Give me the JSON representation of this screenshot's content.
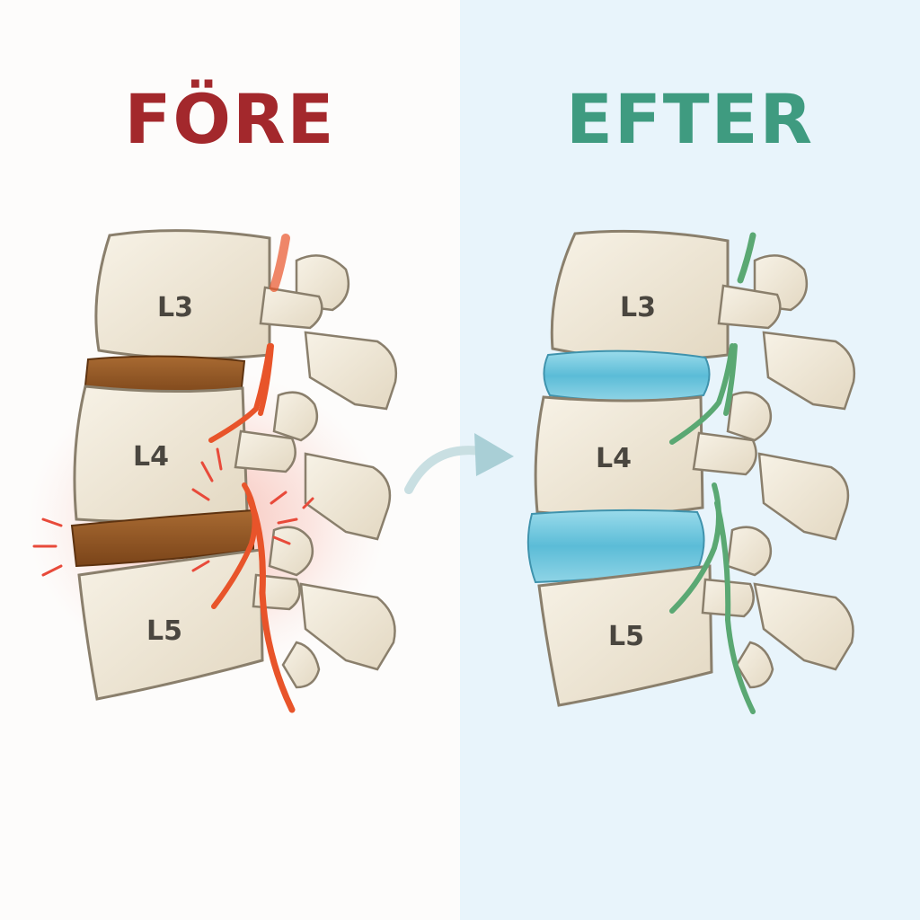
{
  "panels": {
    "before": {
      "title": "FÖRE",
      "title_color": "#a3282c"
    },
    "after": {
      "title": "EFTER",
      "title_color": "#3f9b80"
    }
  },
  "vertebra_labels": [
    "L3",
    "L4",
    "L5"
  ],
  "colors": {
    "bone": "#efe7d6",
    "bone_outline": "#8a7f6c",
    "degenerated_disc": "#8f5524",
    "healthy_disc": "#6cc6de",
    "inflamed_nerve": "#e8542a",
    "healthy_nerve": "#5aa873",
    "inflammation_glow": "#f08a7a",
    "arrow": "#b8d6dc"
  },
  "icons": [
    "pain-burst-icon",
    "transition-arrow-icon"
  ]
}
